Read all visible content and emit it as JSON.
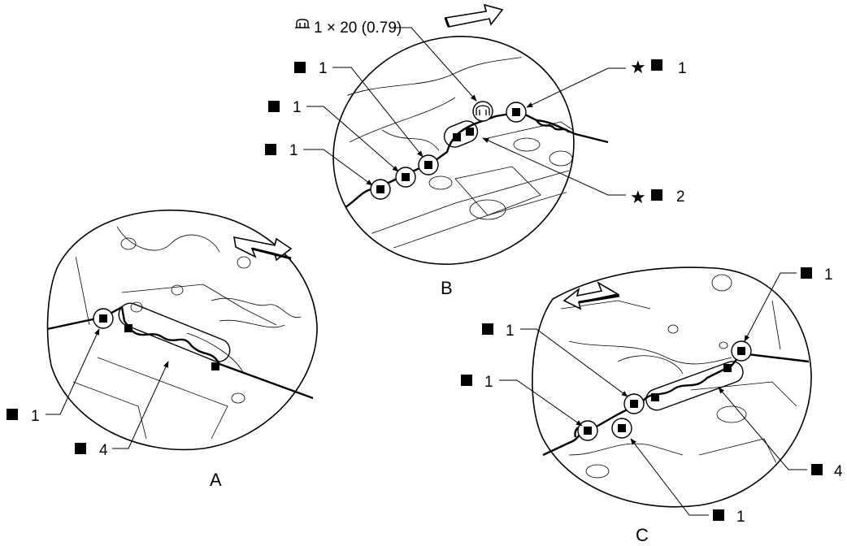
{
  "views": {
    "a": {
      "letter": "A",
      "callouts": [
        "1",
        "4"
      ]
    },
    "b": {
      "letter": "B",
      "bolt_spec": "1 × 20 (0.79)",
      "callouts": [
        "1",
        "1",
        "1",
        "1",
        "2"
      ]
    },
    "c": {
      "letter": "C",
      "callouts": [
        "1",
        "1",
        "1",
        "4",
        "1"
      ]
    }
  },
  "symbols": {
    "clip": "square",
    "star": "star",
    "bolt": "bolt"
  }
}
